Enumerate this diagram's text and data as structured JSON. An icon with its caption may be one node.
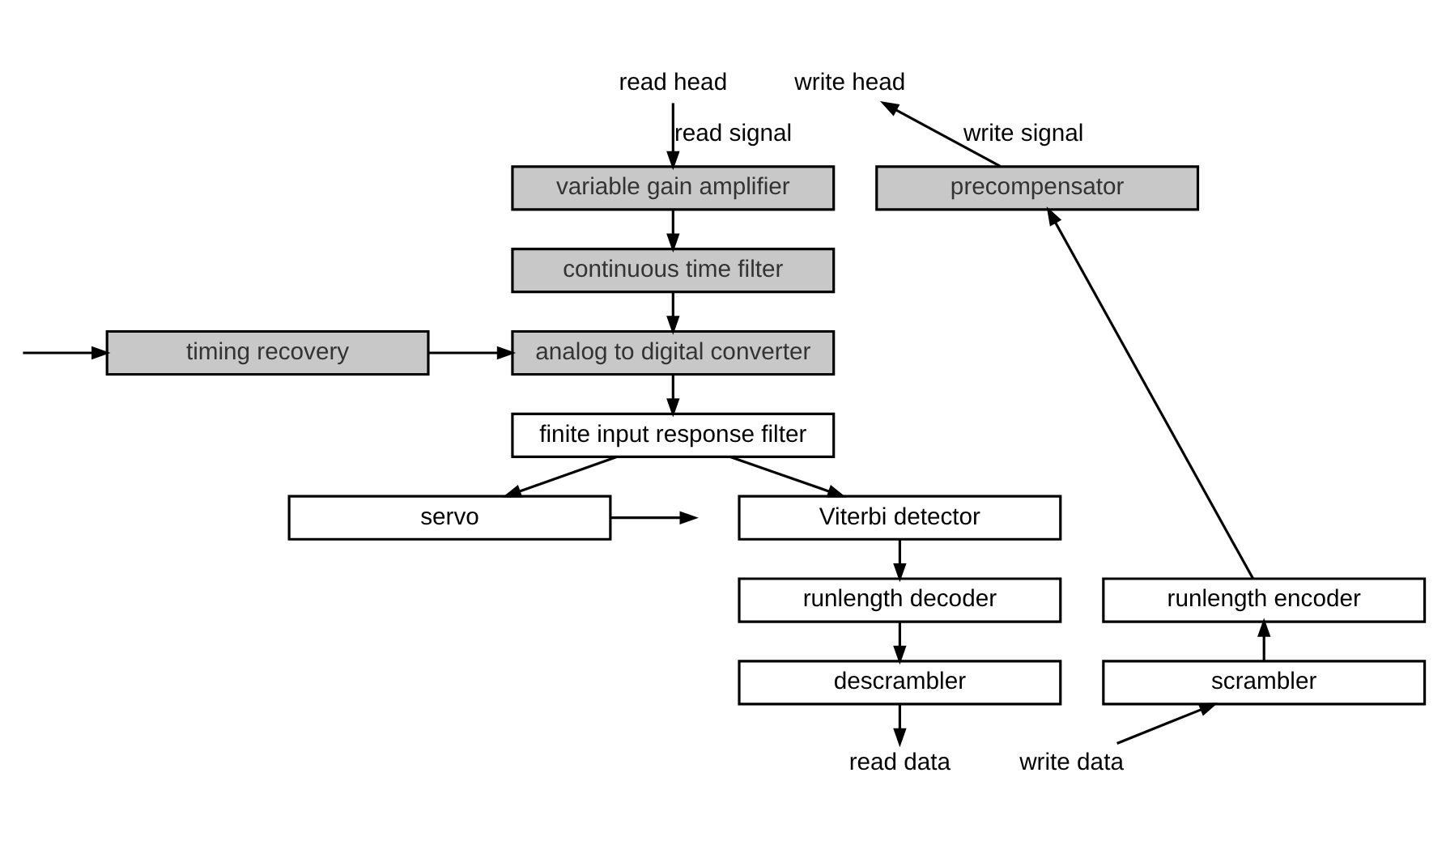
{
  "diagram": {
    "nodes": [
      {
        "text": [
          "read head"
        ]
      },
      {
        "text": [
          "variable gain amplifier"
        ]
      },
      {
        "text": [
          "continuous time filter"
        ]
      },
      {
        "text": [
          "timing recovery"
        ]
      },
      {
        "text": [
          "analog to digital converter"
        ]
      },
      {
        "text": [
          "finite input response filter"
        ]
      },
      {
        "text": [
          "servo"
        ]
      },
      {
        "text": [
          "Viterbi detector"
        ]
      },
      {
        "text": [
          "runlength decoder"
        ]
      },
      {
        "text": [
          "descrambler"
        ]
      },
      {
        "text": [
          "read data"
        ]
      },
      {
        "text": [
          "write head"
        ]
      },
      {
        "text": [
          "precompensator"
        ]
      },
      {
        "text": [
          "runlength encoder"
        ]
      },
      {
        "text": [
          "scrambler"
        ]
      },
      {
        "text": [
          "write data"
        ]
      }
    ],
    "edges": [
      {
        "from": 0,
        "to": 1,
        "arrow": "to",
        "label": "read signal"
      },
      {
        "from": 1,
        "to": 2,
        "arrow": "to"
      },
      {
        "from": 2,
        "to": 4,
        "arrow": "to"
      },
      {
        "from": null,
        "to": 3,
        "arrow": "to"
      },
      {
        "from": 3,
        "to": 4,
        "arrow": "to"
      },
      {
        "from": 4,
        "to": 5,
        "arrow": "to"
      },
      {
        "from": 5,
        "to": 6,
        "arrow": "to"
      },
      {
        "from": 5,
        "to": 7,
        "arrow": "to"
      },
      {
        "from": 6,
        "to": null,
        "arrow": "to"
      },
      {
        "from": 7,
        "to": 8,
        "arrow": "to"
      },
      {
        "from": 8,
        "to": 9,
        "arrow": "to"
      },
      {
        "from": 9,
        "to": 10,
        "arrow": "to"
      },
      {
        "from": 15,
        "to": 14,
        "arrow": "to"
      },
      {
        "from": 14,
        "to": 13,
        "arrow": "to"
      },
      {
        "from": 13,
        "to": 12,
        "arrow": "to"
      },
      {
        "from": 12,
        "to": 11,
        "arrow": "to",
        "label": "write signal"
      }
    ]
  }
}
